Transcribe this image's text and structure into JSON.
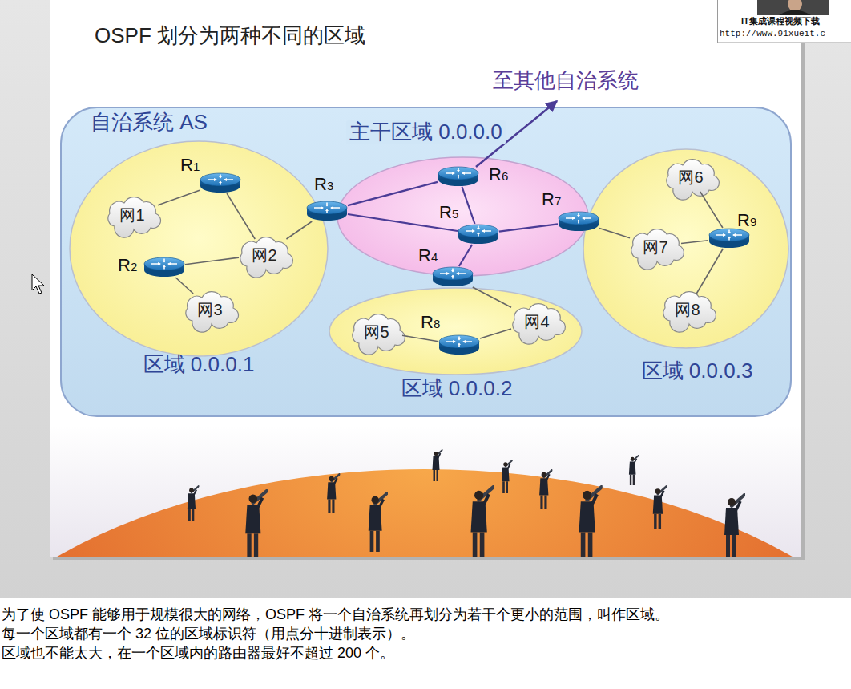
{
  "diagram": {
    "title": "OSPF 划分为两种不同的区域",
    "nodes": [
      {
        "text": [
          "自治系统 AS"
        ]
      },
      {
        "text": [
          "区域 0.0.0.1"
        ],
        "in": 0
      },
      {
        "text": [
          "R1"
        ],
        "in": 1
      },
      {
        "text": [
          "网1"
        ],
        "in": 1
      },
      {
        "text": [
          "R2"
        ],
        "in": 1
      },
      {
        "text": [
          "网2"
        ],
        "in": 1
      },
      {
        "text": [
          "网3"
        ],
        "in": 1
      },
      {
        "text": [
          "R3"
        ],
        "in": 0
      },
      {
        "text": [
          "主干区域 0.0.0.0"
        ],
        "in": 0
      },
      {
        "text": [
          "R6"
        ],
        "in": 8
      },
      {
        "text": [
          "R5"
        ],
        "in": 8
      },
      {
        "text": [
          "R4"
        ],
        "in": 0
      },
      {
        "text": [
          "R7"
        ],
        "in": 0
      },
      {
        "text": [
          "区域 0.0.0.2"
        ],
        "in": 0
      },
      {
        "text": [
          "网5"
        ],
        "in": 13
      },
      {
        "text": [
          "R8"
        ],
        "in": 13
      },
      {
        "text": [
          "网4"
        ],
        "in": 13
      },
      {
        "text": [
          "区域 0.0.0.3"
        ],
        "in": 0
      },
      {
        "text": [
          "网6"
        ],
        "in": 17
      },
      {
        "text": [
          "网7"
        ],
        "in": 17
      },
      {
        "text": [
          "R9"
        ],
        "in": 17
      },
      {
        "text": [
          "网8"
        ],
        "in": 17
      }
    ],
    "edges": [
      {
        "from": 2,
        "to": 3,
        "arrow": "none"
      },
      {
        "from": 2,
        "to": 5,
        "arrow": "none"
      },
      {
        "from": 4,
        "to": 5,
        "arrow": "none"
      },
      {
        "from": 4,
        "to": 6,
        "arrow": "none"
      },
      {
        "from": 7,
        "to": 5,
        "arrow": "none"
      },
      {
        "from": 7,
        "to": 9,
        "arrow": "none"
      },
      {
        "from": 7,
        "to": 10,
        "arrow": "none"
      },
      {
        "from": 9,
        "to": 10,
        "arrow": "none"
      },
      {
        "from": 10,
        "to": 11,
        "arrow": "none"
      },
      {
        "from": 10,
        "to": 12,
        "arrow": "none"
      },
      {
        "from": 11,
        "to": 16,
        "arrow": "none"
      },
      {
        "from": 15,
        "to": 14,
        "arrow": "none"
      },
      {
        "from": 15,
        "to": 16,
        "arrow": "none"
      },
      {
        "from": 12,
        "to": 19,
        "arrow": "none"
      },
      {
        "from": 20,
        "to": 19,
        "arrow": "none"
      },
      {
        "from": 20,
        "to": 18,
        "arrow": "none"
      },
      {
        "from": 20,
        "to": 21,
        "arrow": "none"
      }
    ],
    "labels": [
      "至其他自治系统",
      "IT集成课程视频下载",
      "http://www.91xueit.c",
      "为了使 OSPF 能够用于规模很大的网络，OSPF 将一个自治系统再划分为若干个更小的范围，叫作区域。",
      "每一个区域都有一个 32 位的区域标识符（用点分十进制表示）。",
      "区域也不能太大，在一个区域内的路由器最好不超过 200 个。"
    ]
  }
}
